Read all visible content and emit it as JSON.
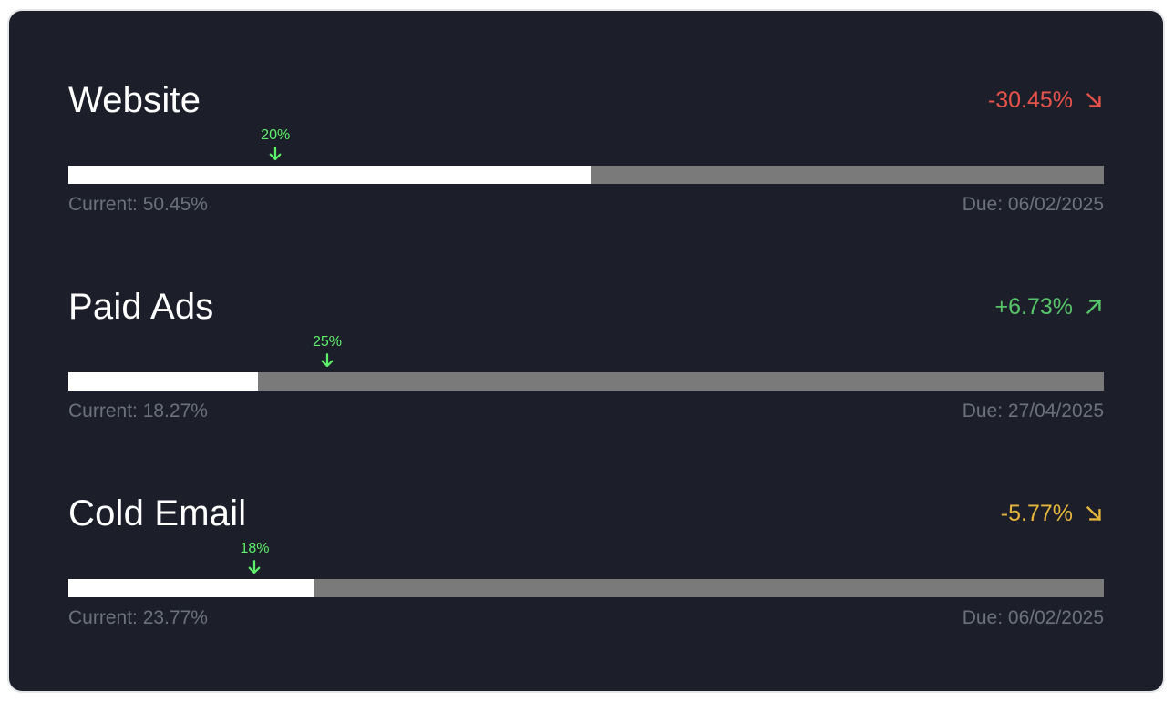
{
  "goals": [
    {
      "title": "Website",
      "change": "-30.45%",
      "change_direction": "down",
      "change_color": "#e5534b",
      "target_label": "20%",
      "target_value": 20,
      "current_value": 50.45,
      "current_label": "Current: 50.45%",
      "due_label": "Due: 06/02/2025"
    },
    {
      "title": "Paid Ads",
      "change": "+6.73%",
      "change_direction": "up",
      "change_color": "#57c46a",
      "target_label": "25%",
      "target_value": 25,
      "current_value": 18.27,
      "current_label": "Current: 18.27%",
      "due_label": "Due: 27/04/2025"
    },
    {
      "title": "Cold Email",
      "change": "-5.77%",
      "change_direction": "down",
      "change_color": "#e6b53c",
      "target_label": "18%",
      "target_value": 18,
      "current_value": 23.77,
      "current_label": "Current: 23.77%",
      "due_label": "Due: 06/02/2025"
    }
  ],
  "colors": {
    "card_background": "#1c1f2a",
    "bar_track": "#7a7a7a",
    "bar_fill": "#ffffff",
    "target_marker": "#5ef06a",
    "muted_text": "#6d717c"
  }
}
